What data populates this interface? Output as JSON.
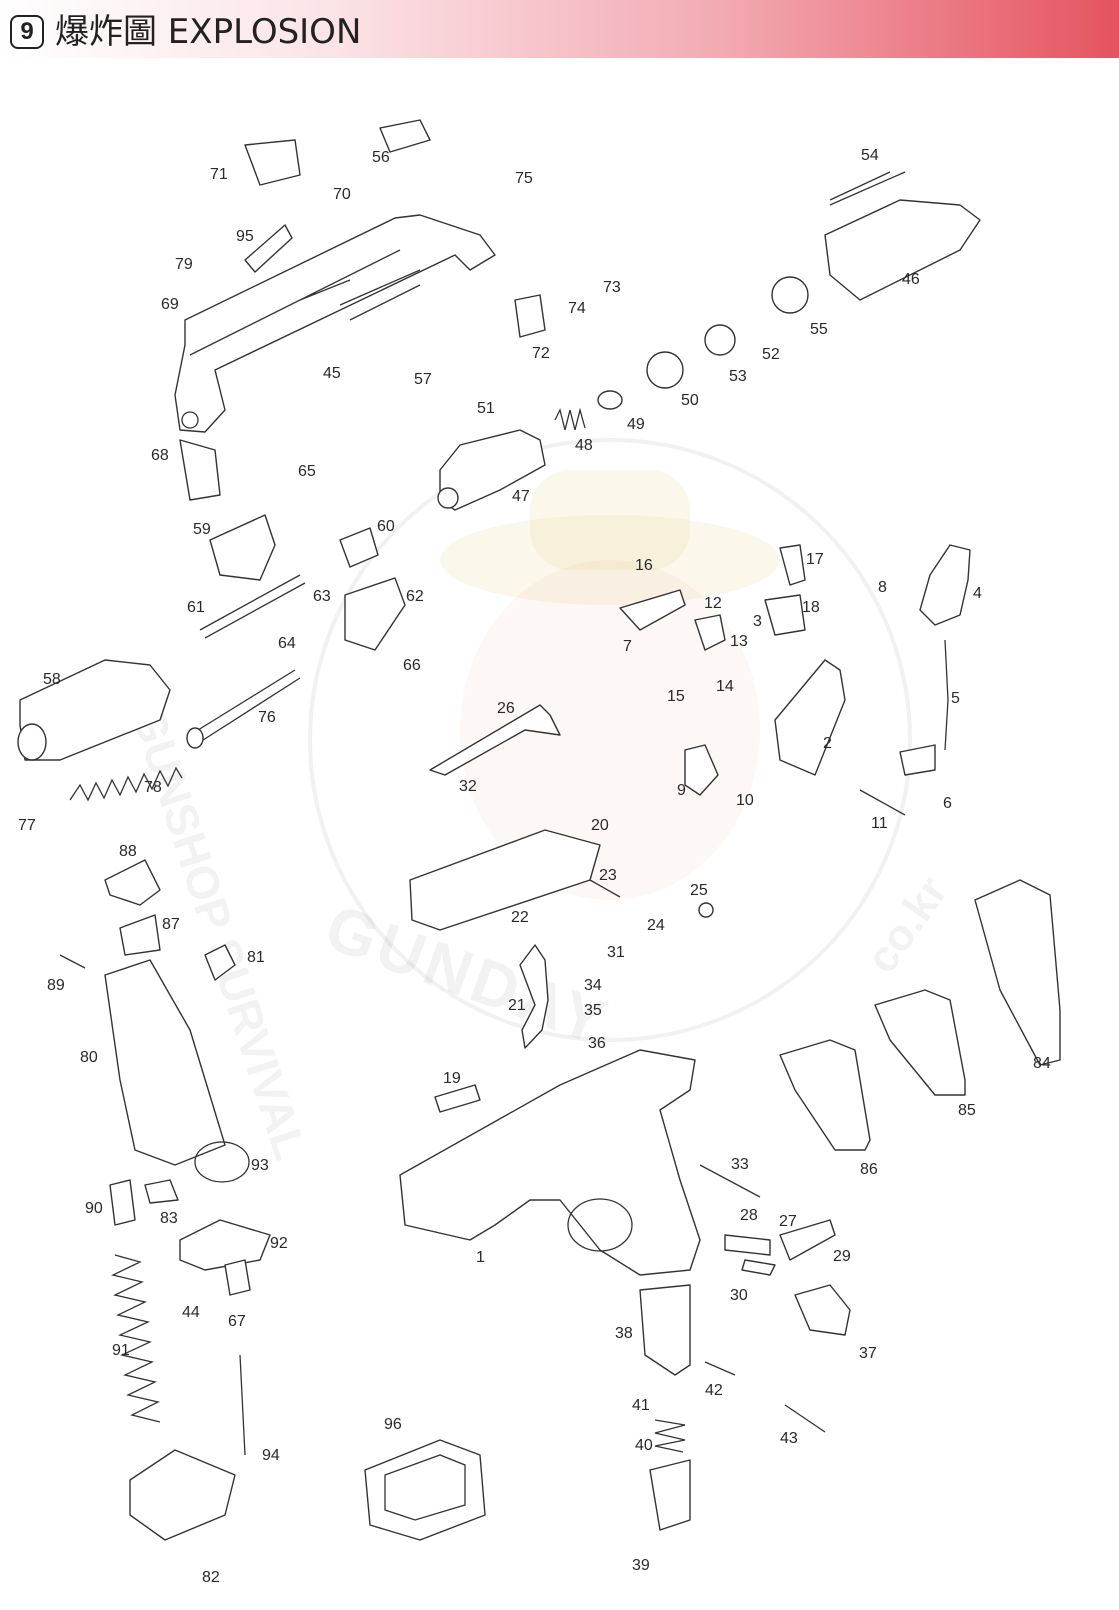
{
  "header": {
    "section_number": "9",
    "title": "爆炸圖 EXPLOSION"
  },
  "watermark": {
    "brand": "GUNDAY",
    "domain": "co.kr",
    "text": "GUNSHOP SURVIVAL"
  },
  "part_labels": {
    "p1": "1",
    "p2": "2",
    "p3": "3",
    "p4": "4",
    "p5": "5",
    "p6": "6",
    "p7": "7",
    "p8": "8",
    "p9": "9",
    "p10": "10",
    "p11": "11",
    "p12": "12",
    "p13": "13",
    "p14": "14",
    "p15": "15",
    "p16": "16",
    "p17": "17",
    "p18": "18",
    "p19": "19",
    "p20": "20",
    "p21": "21",
    "p22": "22",
    "p23": "23",
    "p24": "24",
    "p25": "25",
    "p26": "26",
    "p27": "27",
    "p28": "28",
    "p29": "29",
    "p30": "30",
    "p31": "31",
    "p32": "32",
    "p33": "33",
    "p34": "34",
    "p35": "35",
    "p36": "36",
    "p37": "37",
    "p38": "38",
    "p39": "39",
    "p40": "40",
    "p41": "41",
    "p42": "42",
    "p43": "43",
    "p44": "44",
    "p45": "45",
    "p46": "46",
    "p47": "47",
    "p48": "48",
    "p49": "49",
    "p50": "50",
    "p51": "51",
    "p52": "52",
    "p53": "53",
    "p54": "54",
    "p55": "55",
    "p56": "56",
    "p57": "57",
    "p58": "58",
    "p59": "59",
    "p60": "60",
    "p61": "61",
    "p62": "62",
    "p63": "63",
    "p64": "64",
    "p65": "65",
    "p66": "66",
    "p67": "67",
    "p68": "68",
    "p69": "69",
    "p70": "70",
    "p71": "71",
    "p72": "72",
    "p73": "73",
    "p74": "74",
    "p75": "75",
    "p76": "76",
    "p77": "77",
    "p78": "78",
    "p79": "79",
    "p80": "80",
    "p81": "81",
    "p82": "82",
    "p83": "83",
    "p84": "84",
    "p85": "85",
    "p86": "86",
    "p87": "87",
    "p88": "88",
    "p89": "89",
    "p90": "90",
    "p91": "91",
    "p92": "92",
    "p93": "93",
    "p94": "94",
    "p95": "95",
    "p96": "96"
  }
}
